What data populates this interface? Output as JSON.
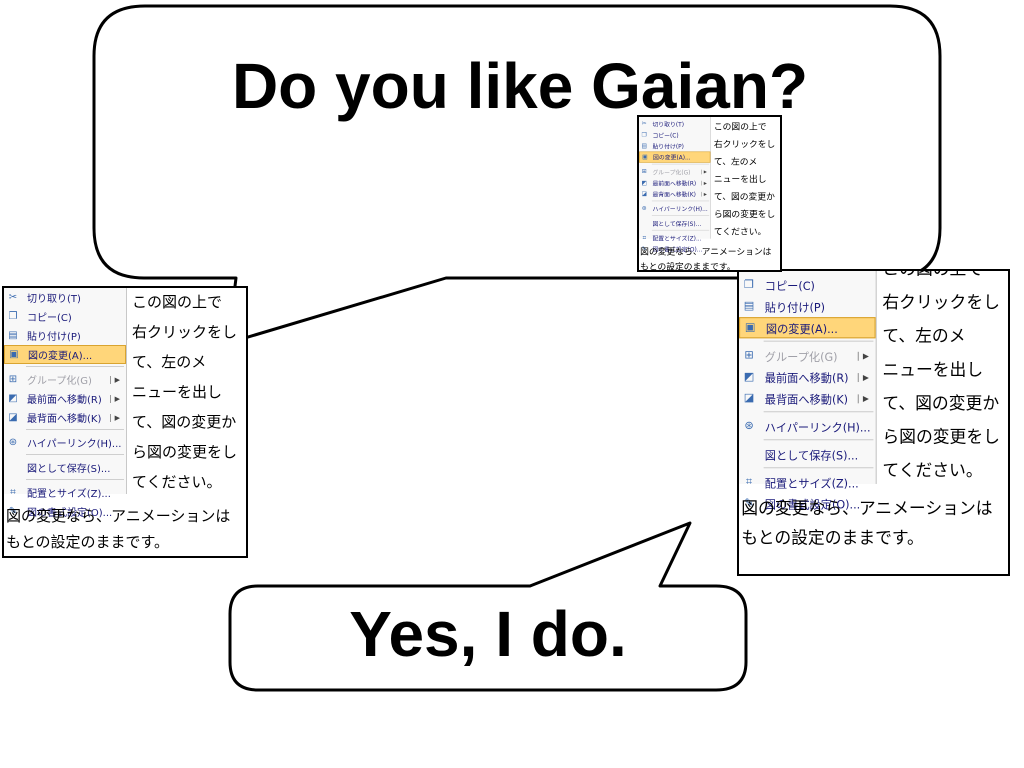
{
  "question": "Do you like Gaian?",
  "answer": "Yes, I do.",
  "instruction_image": {
    "menu_items": [
      {
        "label": "切り取り(T)",
        "icon": "scissors-icon",
        "glyph": "✂",
        "disabled": false,
        "highlighted": false,
        "submenu": false
      },
      {
        "label": "コピー(C)",
        "icon": "copy-icon",
        "glyph": "❐",
        "disabled": false,
        "highlighted": false,
        "submenu": false
      },
      {
        "label": "貼り付け(P)",
        "icon": "paste-icon",
        "glyph": "▤",
        "disabled": false,
        "highlighted": false,
        "submenu": false
      },
      {
        "label": "図の変更(A)...",
        "icon": "change-picture-icon",
        "glyph": "▣",
        "disabled": false,
        "highlighted": true,
        "submenu": false
      },
      {
        "label": "グループ化(G)",
        "icon": "group-icon",
        "glyph": "⊞",
        "disabled": true,
        "highlighted": false,
        "submenu": true
      },
      {
        "label": "最前面へ移動(R)",
        "icon": "bring-to-front-icon",
        "glyph": "◩",
        "disabled": false,
        "highlighted": false,
        "submenu": true
      },
      {
        "label": "最背面へ移動(K)",
        "icon": "send-to-back-icon",
        "glyph": "◪",
        "disabled": false,
        "highlighted": false,
        "submenu": true
      },
      {
        "label": "ハイパーリンク(H)...",
        "icon": "hyperlink-icon",
        "glyph": "⊛",
        "disabled": false,
        "highlighted": false,
        "submenu": false
      },
      {
        "label": "図として保存(S)...",
        "icon": "",
        "glyph": "",
        "disabled": false,
        "highlighted": false,
        "submenu": false
      },
      {
        "label": "配置とサイズ(Z)...",
        "icon": "size-position-icon",
        "glyph": "⌗",
        "disabled": false,
        "highlighted": false,
        "submenu": false
      },
      {
        "label": "図の書式設定(O)...",
        "icon": "format-picture-icon",
        "glyph": "✎",
        "disabled": false,
        "highlighted": false,
        "submenu": false
      }
    ],
    "side_lines": [
      "この図の上で",
      "右クリックをし",
      "て、左のメ",
      "ニューを出し",
      "て、図の変更か",
      "ら図の変更をし",
      "てください。"
    ],
    "bottom_lines": [
      "図の変更なら、アニメーションは",
      "もとの設定のままです。"
    ]
  }
}
